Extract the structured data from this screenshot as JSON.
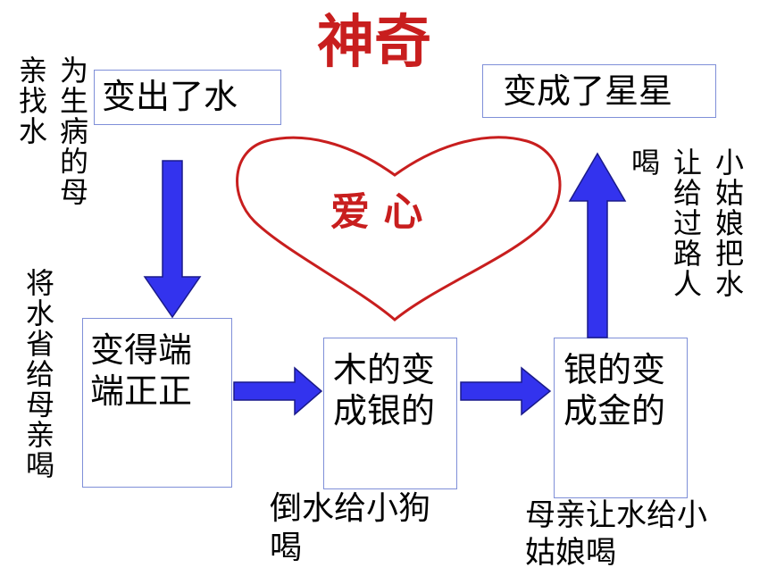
{
  "title": "神奇",
  "heart": {
    "label": "爱 心",
    "color": "#c81e1e"
  },
  "arrow_color": "#3333ee",
  "boxes": {
    "water": "变出了水",
    "stars": "变成了星星",
    "upright": "变得端\n端正正",
    "wood_to_silver": "木的变\n成银的",
    "silver_to_gold": "银的变\n成金的"
  },
  "vertical_notes": {
    "left_col1": "亲找水",
    "left_col2": "为生病的母",
    "left_lower": "将水省给母亲喝",
    "right_col1": "小姑娘把水",
    "right_col2": "让给过路人",
    "right_col3": "喝"
  },
  "notes": {
    "dog": "倒水给小狗\n喝",
    "mother": "母亲让水给小\n姑娘喝"
  }
}
